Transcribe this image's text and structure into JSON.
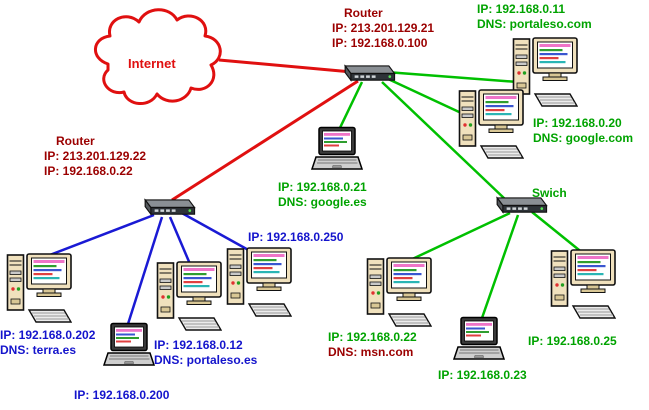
{
  "internet": {
    "label": "Internet"
  },
  "routers": {
    "top": {
      "name": "Router",
      "ip_wan": "IP: 213.201.129.21",
      "ip_lan": "IP: 192.168.0.100"
    },
    "left": {
      "name": "Router",
      "ip_wan": "IP: 213.201.129.22",
      "ip_lan": "IP: 192.168.0.22"
    }
  },
  "switch": {
    "name": "Swich"
  },
  "hosts": {
    "pc_portaleso_com": {
      "ip": "IP: 192.168.0.11",
      "dns": "DNS: portaleso.com"
    },
    "pc_google_com": {
      "ip": "IP: 192.168.0.20",
      "dns": "DNS: google.com"
    },
    "laptop_google_es": {
      "ip": "IP: 192.168.0.21",
      "dns": "DNS: google.es"
    },
    "pc_250": {
      "ip": "IP: 192.168.0.250"
    },
    "pc_terra_es": {
      "ip": "IP: 192.168.0.202",
      "dns": "DNS: terra.es"
    },
    "laptop_200": {
      "ip": "IP: 192.168.0.200"
    },
    "pc_portaleso_es": {
      "ip": "IP: 192.168.0.12",
      "dns": "DNS: portaleso.es"
    },
    "pc_msn_com": {
      "ip": "IP: 192.168.0.22",
      "dns": "DNS: msn.com"
    },
    "laptop_23": {
      "ip": "IP: 192.168.0.23"
    },
    "pc_25": {
      "ip": "IP: 192.168.0.25"
    }
  },
  "colors": {
    "internet_red": "#e01010",
    "router_maroon": "#9b0000",
    "lan_green": "#00a300",
    "lan_blue": "#1414cc"
  }
}
